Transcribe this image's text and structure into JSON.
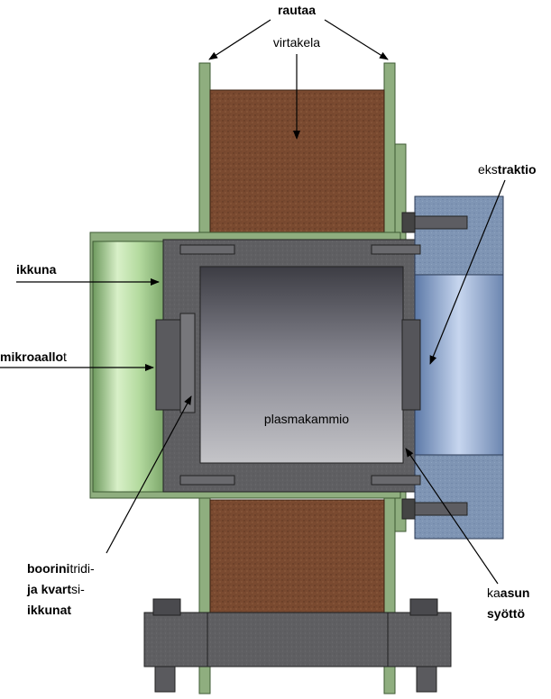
{
  "labels": {
    "rautaa": "rautaa",
    "virtakela": "virtakela",
    "ekstraktio_a": "eks",
    "ekstraktio_b": "traktio",
    "ikkuna": "ikkuna",
    "mikroaallot_a": "mikroaallo",
    "mikroaallot_b": "t",
    "plasmakammio": "plasmakammio",
    "boori_line1_a": "boorini",
    "boori_line1_b": "tridi-",
    "boori_line2_a": "ja kvart",
    "boori_line2_b": "si-",
    "boori_line3": "ikkunat",
    "kaasun_a": "ka",
    "kaasun_b": "asun",
    "syotto": "syöttö"
  },
  "colors": {
    "iron_green": "#8fae7f",
    "coil_brown": "#7a4a30",
    "steel_grey": "#5a5a5a",
    "chamber_grey": "#4a4a50",
    "extraction_blue": "#7f95b4",
    "waveguide_green": "#9cc48a"
  }
}
